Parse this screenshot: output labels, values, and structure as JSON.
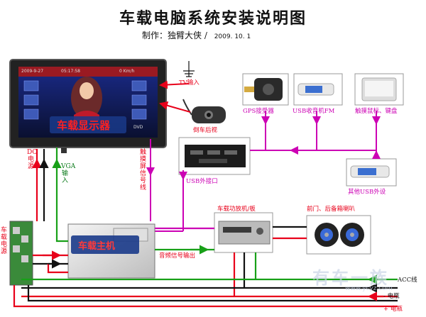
{
  "title": "车载电脑系统安装说明图",
  "author": {
    "label": "制作：独臂大侠 /",
    "date": "2009. 10. 1"
  },
  "monitor": {
    "label": "车载显示器",
    "screen_date": "2009-9-27",
    "screen_time": "05:17:58",
    "screen_speed": "0 Km/h",
    "screen_dvd": "DVD"
  },
  "host_label": "车载主机",
  "power_label": "车载电源",
  "components": {
    "tv_input": "TV输入",
    "gps": "GPS接受器",
    "usb_radio": "USB收音机FM",
    "touch_mouse": "触摸鼠标、键盘",
    "reverse_cam": "倒车后视",
    "usb_port": "USB外接口",
    "other_usb": "其他USB外设",
    "amp": "车载功放机/板",
    "speakers": "前门、后备箱喇叭"
  },
  "wires": {
    "dc_power": "DC电源",
    "vga_in": "VGA输入",
    "touch_signal": "触摸屏信号线",
    "audio_out": "音频信号输出",
    "acc": "ACC线",
    "minus_batt": "- 电瓶",
    "plus_batt": "+ 电瓶"
  },
  "watermark": {
    "text": "有车一族",
    "url": "www.ycyz.com"
  },
  "colors": {
    "red_wire": "#e8001a",
    "magenta_wire": "#cc00b4",
    "green_wire": "#18a018",
    "black_wire": "#111111",
    "monitor_label": "#ff2020"
  }
}
